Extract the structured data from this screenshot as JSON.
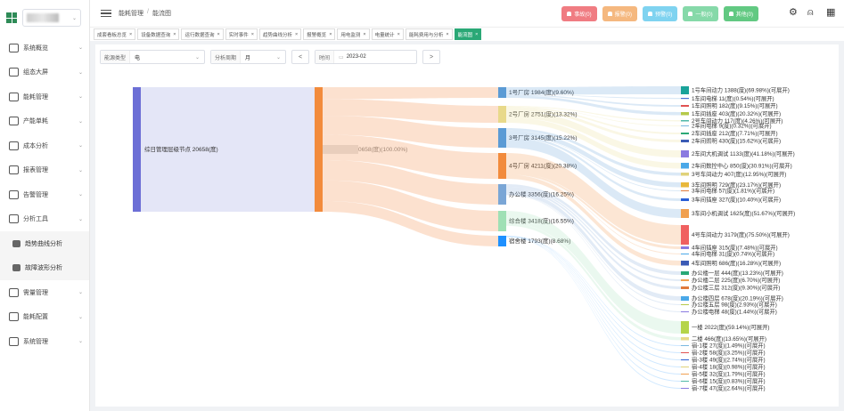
{
  "sidebar": {
    "items": [
      {
        "label": "系统概览",
        "icon": "dashboard-icon"
      },
      {
        "label": "组态大屏",
        "icon": "screen-icon"
      },
      {
        "label": "能耗管理",
        "icon": "energy-icon"
      },
      {
        "label": "产能单耗",
        "icon": "capacity-icon"
      },
      {
        "label": "成本分析",
        "icon": "cost-icon"
      },
      {
        "label": "报表管理",
        "icon": "report-icon"
      },
      {
        "label": "告警管理",
        "icon": "alarm-icon"
      },
      {
        "label": "分析工具",
        "icon": "tools-icon"
      }
    ],
    "subitems": [
      {
        "label": "趋势曲线分析",
        "icon": "trend-icon"
      },
      {
        "label": "故障波形分析",
        "icon": "wave-icon"
      }
    ],
    "items_after": [
      {
        "label": "需量管理",
        "icon": "demand-icon"
      },
      {
        "label": "能耗配置",
        "icon": "config-icon"
      },
      {
        "label": "系统管理",
        "icon": "system-icon"
      }
    ]
  },
  "topbar": {
    "breadcrumb": [
      "能耗管理",
      "能流图"
    ],
    "alarms": [
      {
        "label": "事故(0)",
        "color": "#f07c82"
      },
      {
        "label": "报警(0)",
        "color": "#f5b87f"
      },
      {
        "label": "预警(0)",
        "color": "#7fd3f0"
      },
      {
        "label": "一般(0)",
        "color": "#86d9a9"
      },
      {
        "label": "其他(0)",
        "color": "#62c982"
      }
    ]
  },
  "tabs": [
    "成套看板总览",
    "设备数据查询",
    "运行数据查询",
    "实时事件",
    "趋势曲线分析",
    "报警概览",
    "用电监测",
    "电量统计",
    "能耗费用与分析",
    "能流图"
  ],
  "filters": {
    "energy_label": "能源类型",
    "energy_value": "电",
    "period_label": "分析周期",
    "period_value": "月",
    "time_label": "时间",
    "time_value": "2023-02",
    "prev": "<",
    "next": ">"
  },
  "chart_data": {
    "type": "sankey",
    "source": {
      "label": "综日管理层级节点",
      "value": 20658,
      "unit": "度"
    },
    "hub": {
      "label": "0658(度)(100.00%)"
    },
    "level2": [
      {
        "label": "1号厂房",
        "value": 1984,
        "pct": "9.60%",
        "color": "#5b9bd5"
      },
      {
        "label": "2号厂房",
        "value": 2751,
        "pct": "13.32%",
        "color": "#e8d98a"
      },
      {
        "label": "3号厂房",
        "value": 3145,
        "pct": "15.22%",
        "color": "#5b9bd5"
      },
      {
        "label": "4号厂房",
        "value": 4211,
        "pct": "20.38%",
        "color": "#f28b3c"
      },
      {
        "label": "办公楼",
        "value": 3356,
        "pct": "16.25%",
        "color": "#7aa6d6"
      },
      {
        "label": "综合楼",
        "value": 3418,
        "pct": "16.55%",
        "color": "#9fe0b5"
      },
      {
        "label": "宿舍楼",
        "value": 1793,
        "pct": "8.68%",
        "color": "#1e90ff"
      }
    ],
    "level3": [
      {
        "label": "1号车间动力",
        "value": 1388,
        "pct": "69.98%",
        "color": "#1aa39a",
        "parent": 0
      },
      {
        "label": "1车间电梯",
        "value": 11,
        "pct": "0.54%",
        "color": "#4a6fd6",
        "parent": 0
      },
      {
        "label": "1车间照明",
        "value": 182,
        "pct": "9.15%",
        "color": "#e05252",
        "parent": 0
      },
      {
        "label": "1车间插座",
        "value": 403,
        "pct": "20.32%",
        "color": "#b5c94a",
        "parent": 0
      },
      {
        "label": "2号车间动力",
        "value": 117,
        "pct": "4.26%",
        "color": "#4fb8a8",
        "parent": 1
      },
      {
        "label": "2车间电梯",
        "value": 9,
        "pct": "0.32%",
        "color": "#7ab8e0",
        "parent": 1
      },
      {
        "label": "2车间插座",
        "value": 212,
        "pct": "7.71%",
        "color": "#2aa876",
        "parent": 1
      },
      {
        "label": "2车间照明",
        "value": 430,
        "pct": "15.62%",
        "color": "#3b5bb5",
        "parent": 1
      },
      {
        "label": "2车间大机调试",
        "value": 1133,
        "pct": "41.18%",
        "color": "#8a7ae0",
        "parent": 1
      },
      {
        "label": "2车间数控中心",
        "value": 850,
        "pct": "30.91%",
        "color": "#4aa8e8",
        "parent": 1
      },
      {
        "label": "3号车间动力",
        "value": 407,
        "pct": "12.95%",
        "color": "#e0d27a",
        "parent": 2
      },
      {
        "label": "3车间照明",
        "value": 729,
        "pct": "23.17%",
        "color": "#e8b83c",
        "parent": 2
      },
      {
        "label": "3车间电梯",
        "value": 57,
        "pct": "1.81%",
        "color": "#e07a3c",
        "parent": 2
      },
      {
        "label": "3车间插座",
        "value": 327,
        "pct": "10.40%",
        "color": "#2a5fd6",
        "parent": 2
      },
      {
        "label": "3车间小机调试",
        "value": 1625,
        "pct": "51.67%",
        "color": "#f0a050",
        "parent": 2
      },
      {
        "label": "4号车间动力",
        "value": 3179,
        "pct": "75.50%",
        "color": "#f06060",
        "parent": 3
      },
      {
        "label": "4车间插座",
        "value": 315,
        "pct": "7.48%",
        "color": "#8a7ae0",
        "parent": 3
      },
      {
        "label": "4车间电梯",
        "value": 31,
        "pct": "0.74%",
        "color": "#4aa8e8",
        "parent": 3
      },
      {
        "label": "4车间照明",
        "value": 686,
        "pct": "16.28%",
        "color": "#3b5bb5",
        "parent": 3
      },
      {
        "label": "办公楼一层",
        "value": 444,
        "pct": "13.23%",
        "color": "#2aa876",
        "parent": 4
      },
      {
        "label": "办公楼二层",
        "value": 225,
        "pct": "6.70%",
        "color": "#f0a050",
        "parent": 4
      },
      {
        "label": "办公楼三层",
        "value": 312,
        "pct": "9.30%",
        "color": "#e07a3c",
        "parent": 4
      },
      {
        "label": "办公楼四层",
        "value": 678,
        "pct": "20.19%",
        "color": "#4aa8e8",
        "parent": 4
      },
      {
        "label": "办公楼五层",
        "value": 98,
        "pct": "2.93%",
        "color": "#b5c94a",
        "parent": 4
      },
      {
        "label": "办公楼电梯",
        "value": 48,
        "pct": "1.44%",
        "color": "#8a7ae0",
        "parent": 4
      },
      {
        "label": "一楼",
        "value": 2022,
        "pct": "59.14%",
        "color": "#b5d44a",
        "parent": 5
      },
      {
        "label": "二楼",
        "value": 466,
        "pct": "13.65%",
        "color": "#e8d98a",
        "parent": 5
      },
      {
        "label": "宿-1楼",
        "value": 27,
        "pct": "1.49%",
        "color": "#7ab8e0",
        "parent": 6
      },
      {
        "label": "宿-2楼",
        "value": 58,
        "pct": "3.25%",
        "color": "#e05252",
        "parent": 6
      },
      {
        "label": "宿-3楼",
        "value": 49,
        "pct": "2.74%",
        "color": "#2a5fd6",
        "parent": 6
      },
      {
        "label": "宿-4楼",
        "value": 18,
        "pct": "0.98%",
        "color": "#e0d27a",
        "parent": 6
      },
      {
        "label": "宿-5楼",
        "value": 32,
        "pct": "1.79%",
        "color": "#f0a050",
        "parent": 6
      },
      {
        "label": "宿-6楼",
        "value": 15,
        "pct": "0.83%",
        "color": "#4fb8a8",
        "parent": 6
      },
      {
        "label": "宿-7楼",
        "value": 47,
        "pct": "2.64%",
        "color": "#8a7ae0",
        "parent": 6
      }
    ],
    "suffix": "(可展开)"
  }
}
